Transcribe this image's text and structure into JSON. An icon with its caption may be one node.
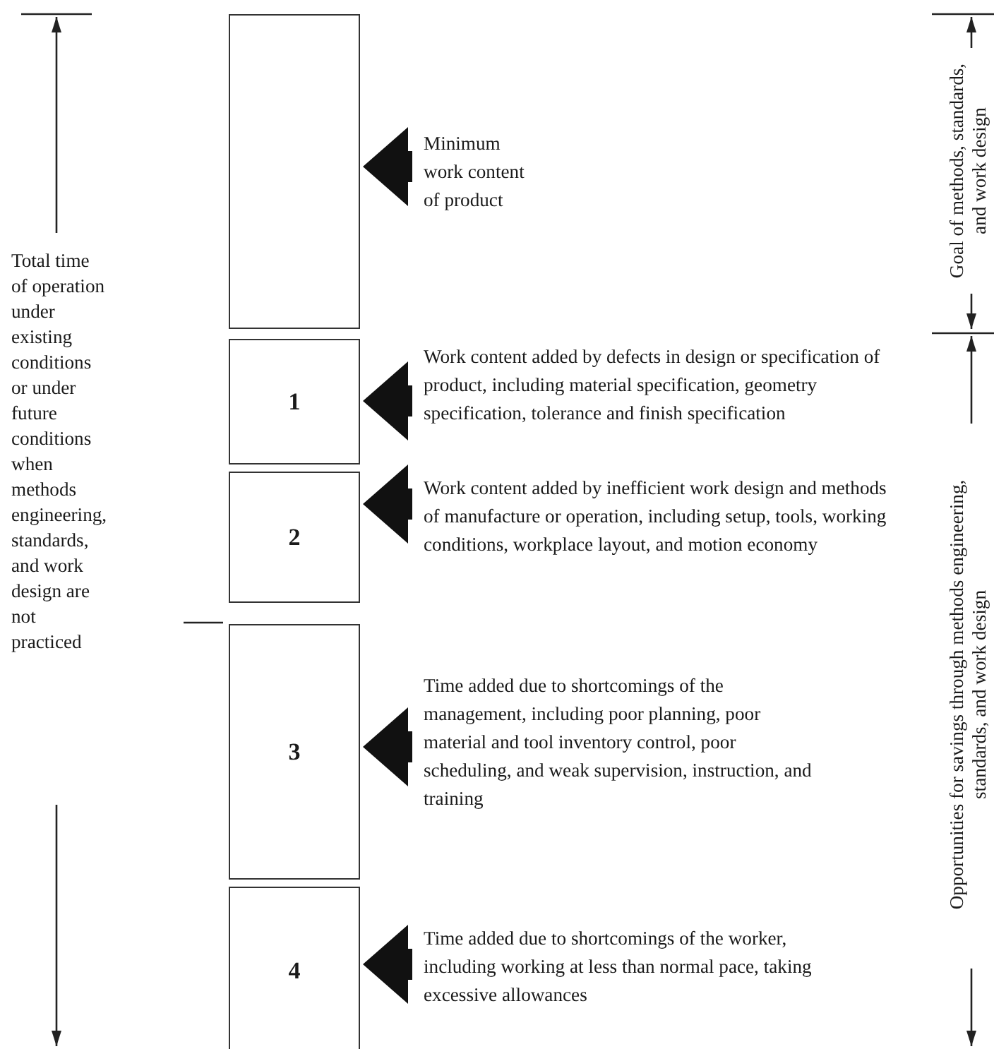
{
  "diagram": {
    "nodes": [
      {
        "text": [],
        "shape": "box"
      },
      {
        "text": [
          "Minimum work content of product"
        ]
      },
      {
        "text": [
          "1"
        ]
      },
      {
        "text": [
          "Work content added by defects in design or specification of product, including material specification, geometry specification, tolerance and finish specification"
        ]
      },
      {
        "text": [
          "2"
        ]
      },
      {
        "text": [
          "Work content added by inefficient work design and methods of manufacture or operation, including setup, tools, working conditions, workplace layout, and motion economy"
        ]
      },
      {
        "text": [
          "3"
        ]
      },
      {
        "text": [
          "Time added due to shortcomings of the management, including poor planning, poor material and tool inventory control, poor scheduling, and weak supervision, instruction, and training"
        ]
      },
      {
        "text": [
          "4"
        ]
      },
      {
        "text": [
          "Time added due to shortcomings of the worker, including working at less than normal pace, taking excessive allowances"
        ]
      }
    ],
    "edges": [
      {
        "from": 1,
        "to": 0,
        "arrow": "to",
        "style": "thick"
      },
      {
        "from": 3,
        "to": 2,
        "arrow": "to",
        "style": "thick"
      },
      {
        "from": 5,
        "to": 4,
        "arrow": "to",
        "style": "thick"
      },
      {
        "from": 7,
        "to": 6,
        "arrow": "to",
        "style": "thick"
      },
      {
        "from": 9,
        "to": 8,
        "arrow": "to",
        "style": "thick"
      }
    ],
    "labels": [
      "Total time of operation under existing conditions or under future conditions when methods engineering, standards, and work design are not practiced",
      "Goal of methods, standards, and work design",
      "Opportunities for savings through methods engineering, standards, and work design"
    ]
  }
}
